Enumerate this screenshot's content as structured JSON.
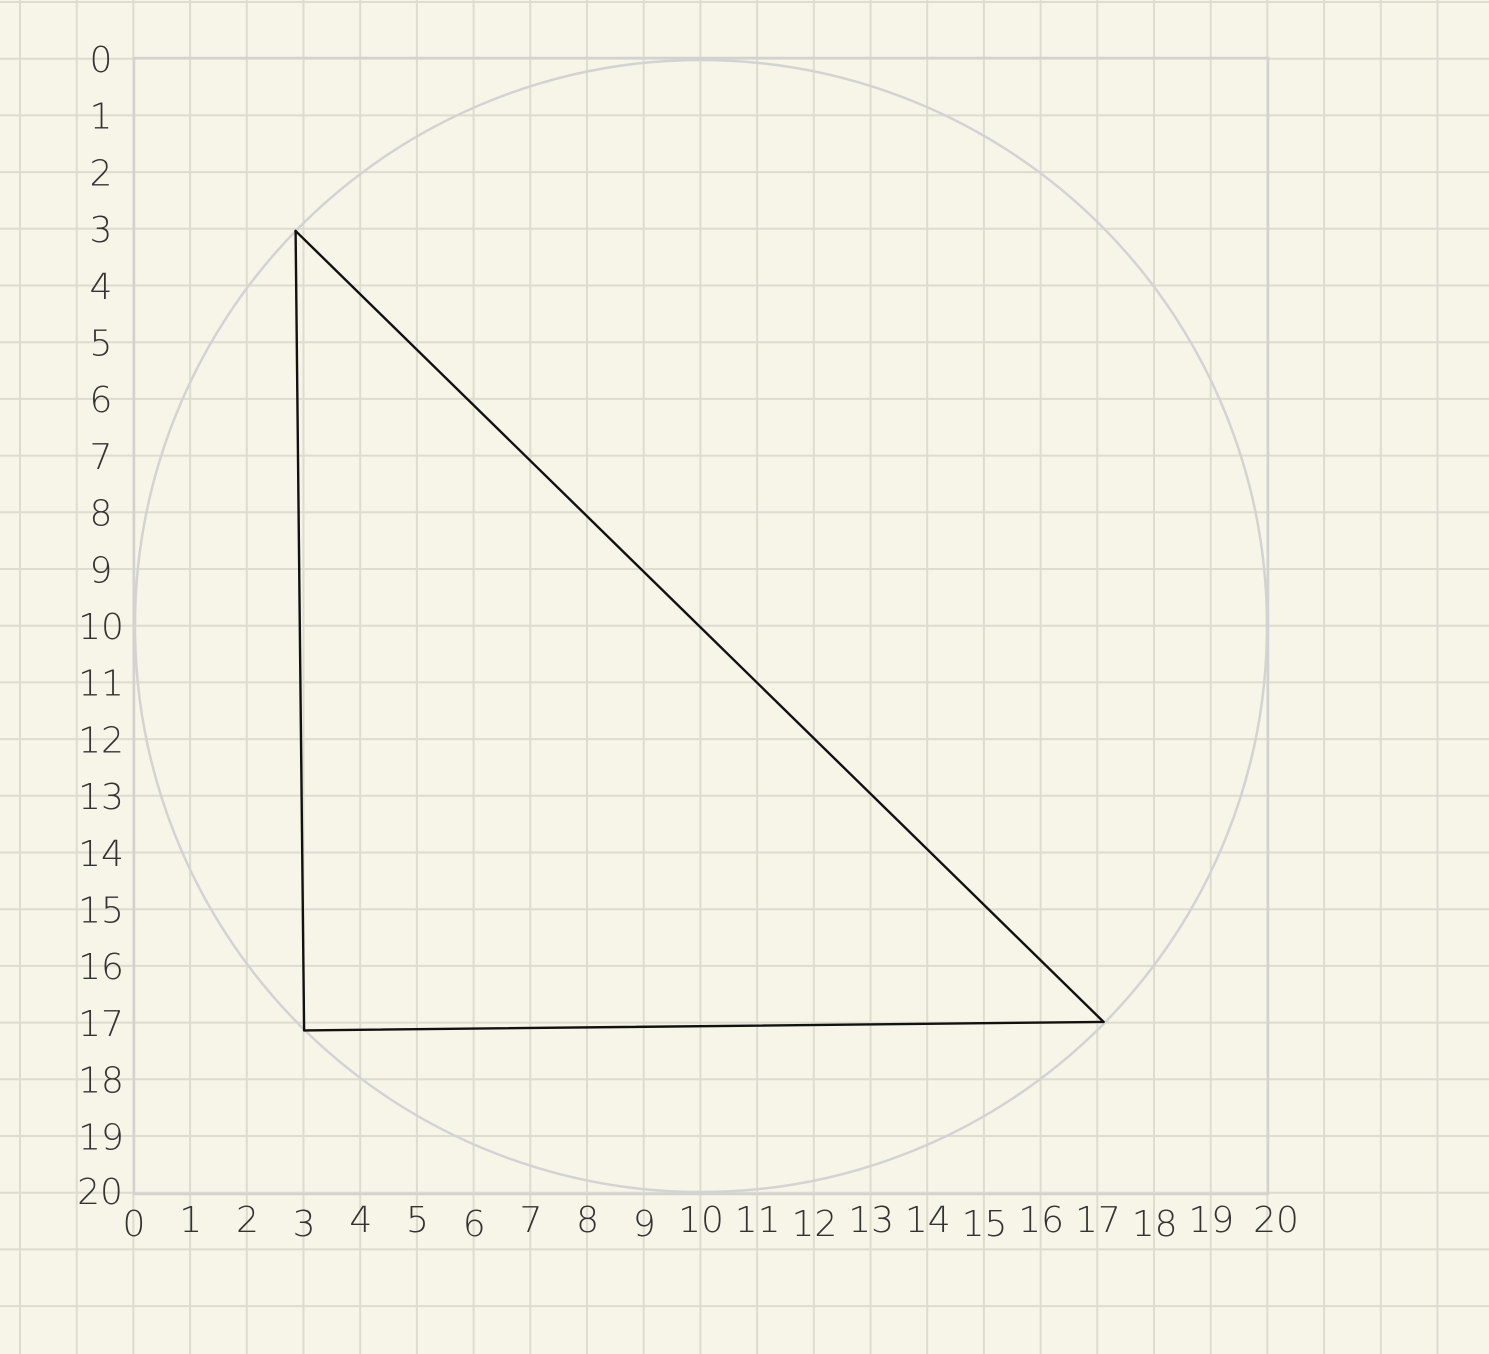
{
  "diagram": {
    "x_axis_labels": [
      "0",
      "1",
      "2",
      "3",
      "4",
      "5",
      "6",
      "7",
      "8",
      "9",
      "10",
      "11",
      "12",
      "13",
      "14",
      "15",
      "16",
      "17",
      "18",
      "19",
      "20"
    ],
    "y_axis_labels": [
      "0",
      "1",
      "2",
      "3",
      "4",
      "5",
      "6",
      "7",
      "8",
      "9",
      "10",
      "11",
      "12",
      "13",
      "14",
      "15",
      "16",
      "17",
      "18",
      "19",
      "20"
    ],
    "square": {
      "corners": [
        [
          0,
          0
        ],
        [
          20,
          0
        ],
        [
          20,
          20
        ],
        [
          0,
          20
        ]
      ]
    },
    "circle": {
      "center": [
        10,
        10
      ],
      "radius": 10
    },
    "triangle": {
      "vertices": [
        [
          2.85,
          3.05
        ],
        [
          3,
          17.15
        ],
        [
          17.1,
          17
        ]
      ]
    },
    "colors": {
      "paper": "#f7f5e8",
      "grid": "#dcdccf",
      "circle": "#d3d3d3",
      "square": "#d2d2d0",
      "triangle": "#111111",
      "labels": "#333333"
    }
  }
}
